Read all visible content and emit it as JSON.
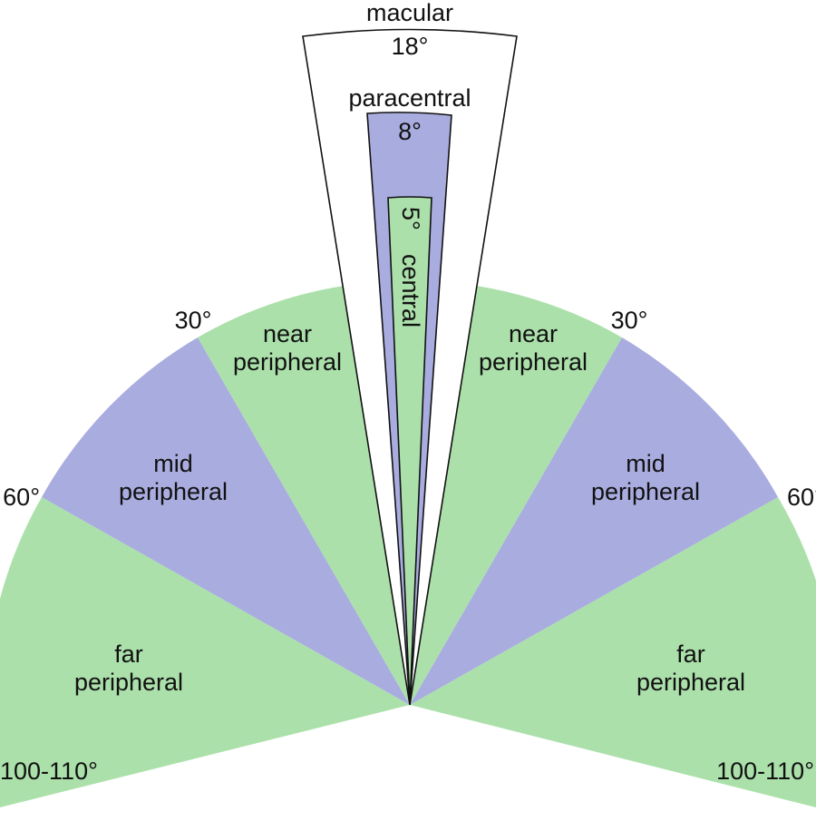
{
  "colors": {
    "green": "#abe0ab",
    "purple": "#a9acdf",
    "white": "#ffffff",
    "outline": "#111111"
  },
  "zones": {
    "macular": {
      "name": "macular",
      "angle": "18°"
    },
    "paracentral": {
      "name": "paracentral",
      "angle": "8°"
    },
    "central": {
      "name": "central",
      "angle": "5°"
    },
    "near_left": {
      "line1": "near",
      "line2": "peripheral"
    },
    "near_right": {
      "line1": "near",
      "line2": "peripheral"
    },
    "mid_left": {
      "line1": "mid",
      "line2": "peripheral"
    },
    "mid_right": {
      "line1": "mid",
      "line2": "peripheral"
    },
    "far_left": {
      "line1": "far",
      "line2": "peripheral"
    },
    "far_right": {
      "line1": "far",
      "line2": "peripheral"
    }
  },
  "boundaries": {
    "left_30": "30°",
    "right_30": "30°",
    "left_60": "60°",
    "right_60": "60°",
    "left_far": "100-110°",
    "right_far": "100-110°"
  }
}
